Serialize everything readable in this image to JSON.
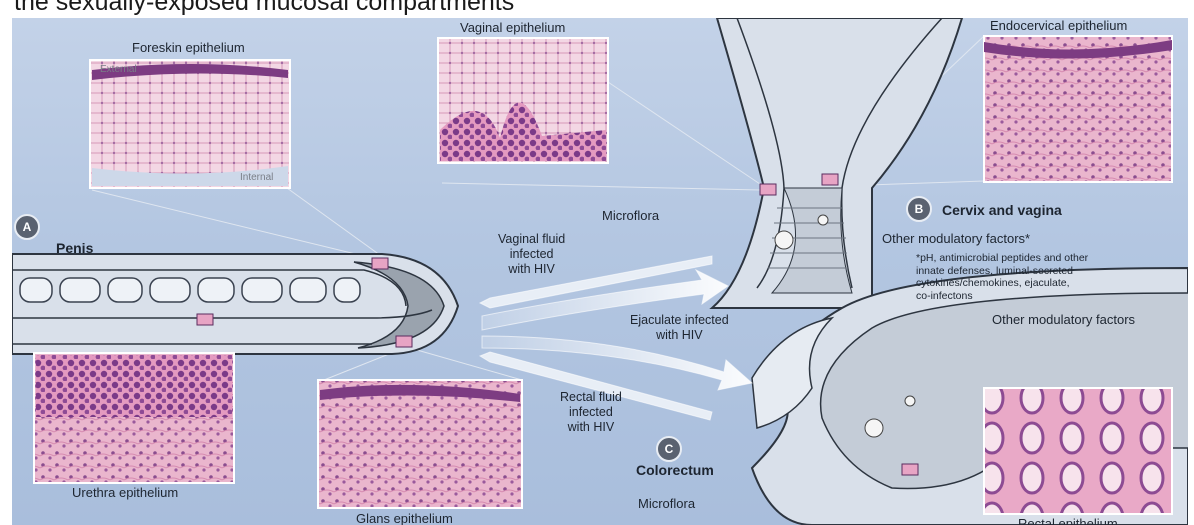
{
  "caption": "the sexually-exposed mucosal compartments",
  "sections": {
    "penis": {
      "badge": "A",
      "title": "Penis"
    },
    "cervix": {
      "badge": "B",
      "title": "Cervix and vagina"
    },
    "colorectum": {
      "badge": "C",
      "title": "Colorectum"
    }
  },
  "epithelia": {
    "foreskin": "Foreskin epithelium",
    "foreskin_external": "External",
    "foreskin_internal": "Internal",
    "urethra": "Urethra epithelium",
    "glans": "Glans epithelium",
    "vaginal": "Vaginal epithelium",
    "endocervical": "Endocervical epithelium",
    "rectal": "Rectal epithelium"
  },
  "fluids": {
    "vaginal": "Vaginal fluid\ninfected\nwith HIV",
    "ejaculate": "Ejaculate infected\nwith HIV",
    "rectal": "Rectal fluid\ninfected\nwith HIV"
  },
  "factors": {
    "microflora_cervix": "Microflora",
    "microflora_rectum": "Microflora",
    "other_cervix": "Other modulatory factors*",
    "other_rectum": "Other modulatory factors",
    "footnote": "*pH, antimicrobial peptides and other\ninnate defenses, luminal-secreted\ncytokines/chemokines, ejaculate,\nco-infectons"
  },
  "colors": {
    "background": "#b3c6e1",
    "tissue": "#d8dfe9",
    "stain_pink": "#e6a0bf",
    "stain_purple": "#7d3c82"
  }
}
